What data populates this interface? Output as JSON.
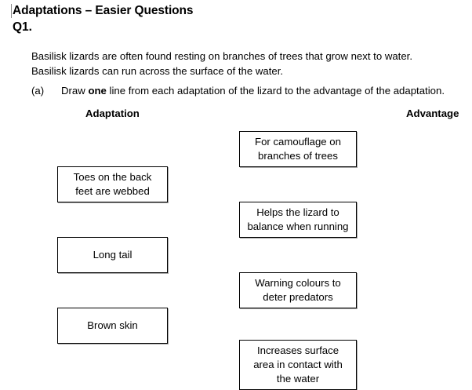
{
  "document": {
    "title": "Adaptations – Easier Questions",
    "question_number": "Q1."
  },
  "stem": {
    "line1": "Basilisk lizards are often found resting on branches of trees that grow next to water.",
    "line2": "Basilisk lizards can run across the surface of the water."
  },
  "part_a": {
    "label": "(a)",
    "text_before_bold": "Draw ",
    "bold_word": "one",
    "text_after_bold": " line from each adaptation of the lizard to the advantage of the adaptation."
  },
  "columns": {
    "left_header": "Adaptation",
    "right_header": "Advantage"
  },
  "adaptations": [
    {
      "line1": "Toes on the back",
      "line2": "feet are webbed"
    },
    {
      "line1": "Long tail",
      "line2": ""
    },
    {
      "line1": "Brown skin",
      "line2": ""
    }
  ],
  "advantages": [
    {
      "line1": "For camouflage on",
      "line2": "branches of trees",
      "line3": ""
    },
    {
      "line1": "Helps the lizard to",
      "line2": "balance when running",
      "line3": ""
    },
    {
      "line1": "Warning colours to",
      "line2": "deter predators",
      "line3": ""
    },
    {
      "line1": "Increases surface",
      "line2": "area in contact with",
      "line3": "the water"
    }
  ],
  "colors": {
    "page_background": "#ffffff",
    "text": "#000000",
    "box_border": "#000000",
    "cursor": "#8a8a8a"
  }
}
